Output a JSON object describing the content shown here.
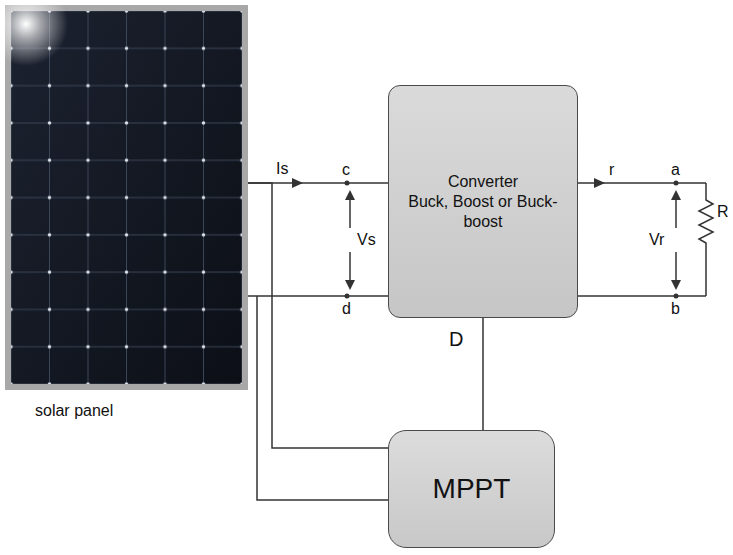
{
  "diagram": {
    "nodes": [
      {
        "text": [
          "solar panel"
        ]
      },
      {
        "text": [
          "Converter",
          "Buck, Boost or Buck-boost"
        ]
      },
      {
        "text": [
          "MPPT"
        ]
      }
    ],
    "edges": [
      {
        "from": 0,
        "to": 1,
        "arrow": "none"
      },
      {
        "from": 0,
        "to": 2,
        "arrow": "none"
      },
      {
        "from": 2,
        "to": 1,
        "arrow": "none",
        "label": "D"
      }
    ],
    "labels": [
      "Is",
      "c",
      "d",
      "Vs",
      "r",
      "a",
      "b",
      "Vr",
      "R"
    ]
  }
}
